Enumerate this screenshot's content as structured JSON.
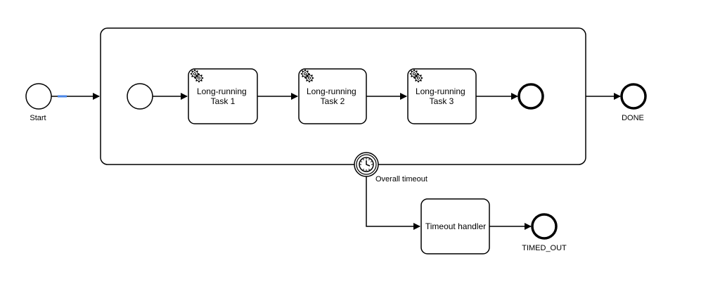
{
  "diagram": {
    "start_event": {
      "label": "Start"
    },
    "subprocess": {
      "start_event": {
        "label": ""
      },
      "tasks": [
        {
          "line1": "Long-running",
          "line2": "Task 1",
          "icon": "gear-icon"
        },
        {
          "line1": "Long-running",
          "line2": "Task 2",
          "icon": "gear-icon"
        },
        {
          "line1": "Long-running",
          "line2": "Task 3",
          "icon": "gear-icon"
        }
      ],
      "end_event": {
        "label": ""
      }
    },
    "done_event": {
      "label": "DONE"
    },
    "timer_boundary": {
      "label": "Overall timeout",
      "icon": "clock-icon"
    },
    "timeout_task": {
      "label": "Timeout handler"
    },
    "timed_out_event": {
      "label": "TIMED_OUT"
    }
  },
  "colors": {
    "stroke": "#000000",
    "fill": "#ffffff",
    "selection_highlight": "#4a86e8"
  }
}
